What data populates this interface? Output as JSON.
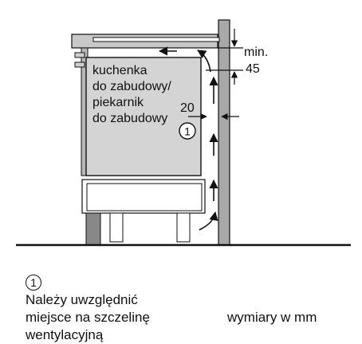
{
  "labels": {
    "appliance_lines": [
      "kuchenka",
      "do zabudowy/",
      "piekarnik",
      "do zabudowy"
    ],
    "gap_value": "20",
    "marker": "1",
    "min_label": "min.",
    "min_value": "45"
  },
  "legend": {
    "marker": "1",
    "note_lines": [
      "Należy uwzględnić",
      "miejsce na szczelinę",
      "wentylacyjną"
    ],
    "units": "wymiary w mm"
  },
  "colors": {
    "appliance_fill": "#d4d4d4",
    "cabinet_fill": "#a8a8a8",
    "line": "#111111",
    "background": "#ffffff"
  }
}
